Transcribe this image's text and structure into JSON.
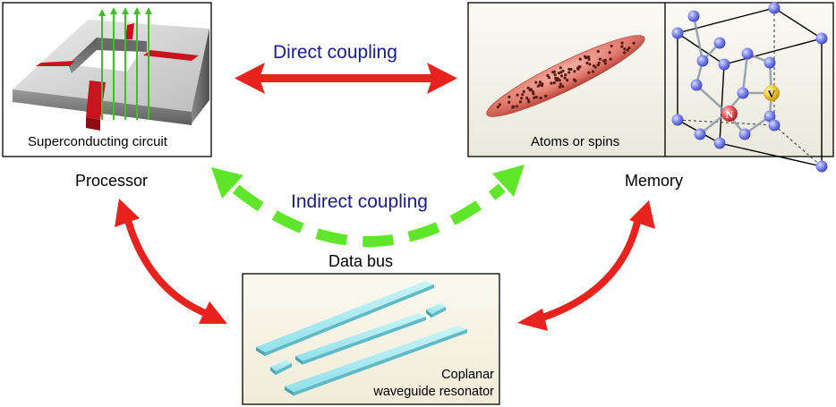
{
  "processor": {
    "caption": "Superconducting circuit",
    "role": "Processor"
  },
  "memory": {
    "caption": "Atoms or spins",
    "role": "Memory",
    "atom_labels": {
      "nitrogen": "N",
      "vacancy": "V"
    }
  },
  "bus": {
    "role": "Data bus",
    "caption_line1": "Coplanar",
    "caption_line2": "waveguide resonator"
  },
  "couplings": {
    "direct": "Direct coupling",
    "indirect": "Indirect coupling"
  },
  "colors": {
    "direct_arrow": "#e8231e",
    "indirect_arrow": "#5fe62a",
    "coupling_text": "#1a1a8c",
    "waveguide": "#9fe8f0",
    "field_lines": "#3fbf2a",
    "circuit_junction": "#c8141e",
    "atom": "#6f79e6",
    "memory_panel_bg": "#f5f3ec",
    "bus_panel_bg": "#f7f4e6"
  }
}
